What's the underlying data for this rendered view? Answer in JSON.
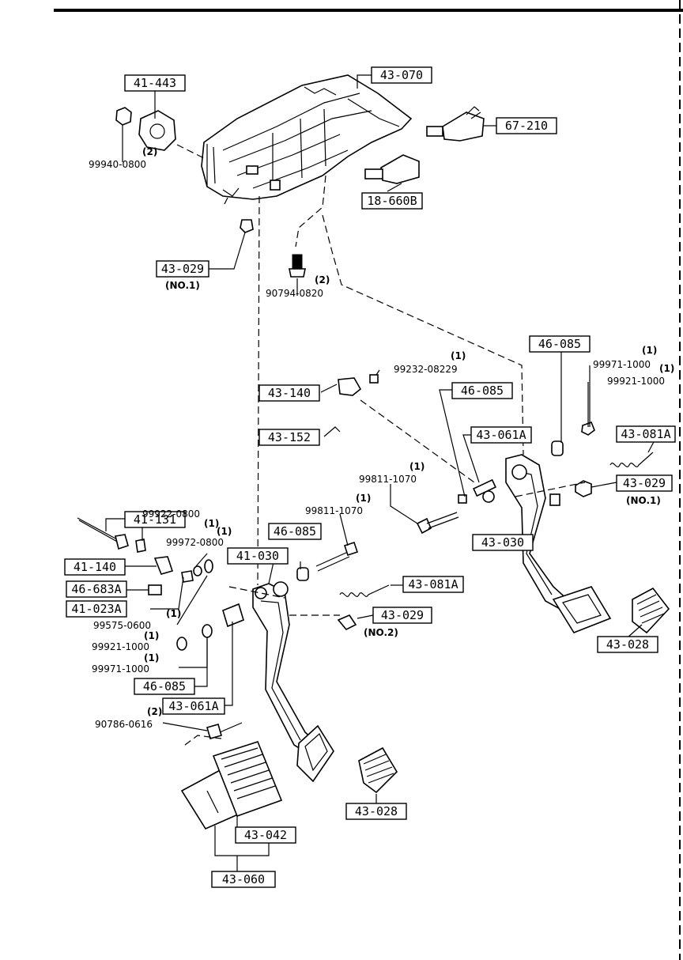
{
  "part_boxes": {
    "b41_443": "41-443",
    "b43_070": "43-070",
    "b67_210": "67-210",
    "b18_660b": "18-660B",
    "b43_029_top": "43-029",
    "b46_085_r1": "46-085",
    "b43_081a_r": "43-081A",
    "b43_140": "43-140",
    "b43_152": "43-152",
    "b46_085_r2": "46-085",
    "b43_061a_r": "43-061A",
    "b43_029_r": "43-029",
    "b43_030": "43-030",
    "b43_028_r": "43-028",
    "b41_131": "41-131",
    "b46_085_l1": "46-085",
    "b41_030": "41-030",
    "b41_140": "41-140",
    "b46_683a": "46-683A",
    "b43_081a_l": "43-081A",
    "b41_023a": "41-023A",
    "b43_029_l": "43-029",
    "b46_085_l2": "46-085",
    "b43_061a_l": "43-061A",
    "b43_028_l": "43-028",
    "b43_042": "43-042",
    "b43_060": "43-060"
  },
  "part_numbers": {
    "p99940": "99940-0800",
    "p90794": "90794-0820",
    "p99232": "99232-08229",
    "p99971_r": "99971-1000",
    "p99921_r": "99921-1000",
    "p99811_r": "99811-1070",
    "p99922": "99922-0800",
    "p99811_l": "99811-1070",
    "p99972": "99972-0800",
    "p99575": "99575-0600",
    "p99921_l": "99921-1000",
    "p99971_l": "99971-1000",
    "p90786": "90786-0616"
  },
  "quantities": {
    "q99940": "(2)",
    "q90794": "(2)",
    "q99232": "(1)",
    "q99971_r": "(1)",
    "q99921_r": "(1)",
    "q99811_r": "(1)",
    "q99922": "(1)",
    "q99811_l": "(1)",
    "q99972": "(1)",
    "q99575": "(1)",
    "q99921_l": "(1)",
    "q99971_l": "(1)",
    "q90786": "(2)"
  },
  "notes": {
    "no1_top": "(NO.1)",
    "no1_right": "(NO.1)",
    "no2": "(NO.2)"
  }
}
